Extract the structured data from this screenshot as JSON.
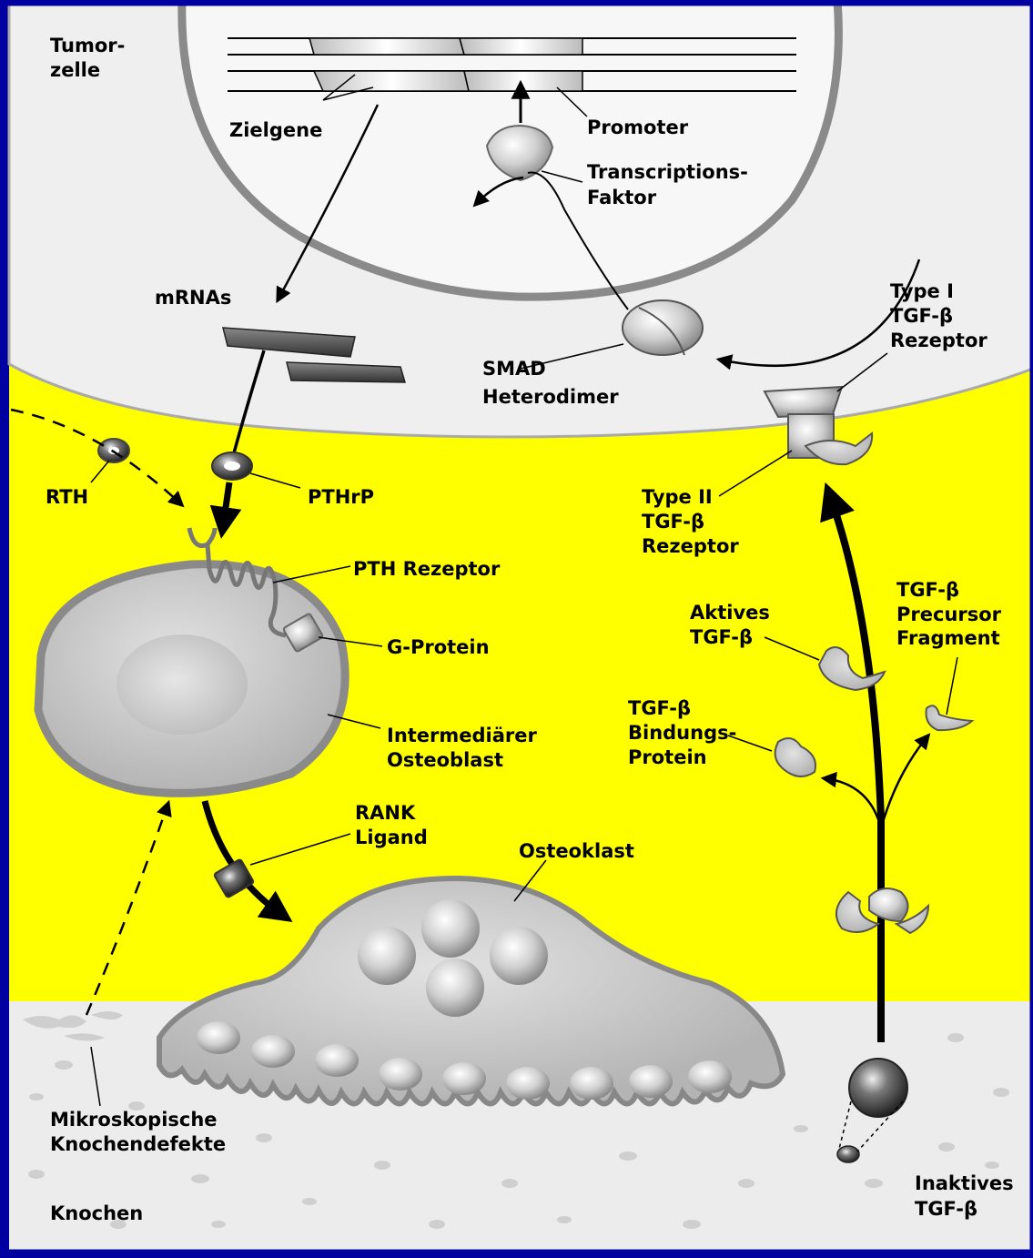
{
  "colors": {
    "frame": "#0000a0",
    "extracellular": "#ffff00",
    "cytoplasm": "#efefef",
    "nucleus": "#f4f4f4",
    "bone": "#ededed",
    "cell_gray": "#c9c9c9"
  },
  "labels": {
    "tumor_cell": [
      "Tumor-",
      "zelle"
    ],
    "target_genes": "Zielgene",
    "promoter": "Promoter",
    "transcription_factor": [
      "Transcriptions-",
      "Faktor"
    ],
    "mrnas": "mRNAs",
    "type1_receptor": [
      "Type I",
      "TGF-β",
      "Rezeptor"
    ],
    "smad": [
      "SMAD",
      "Heterodimer"
    ],
    "rth": "RTH",
    "pthrp": "PTHrP",
    "type2_receptor": [
      "Type II",
      "TGF-β",
      "Rezeptor"
    ],
    "pth_receptor": "PTH Rezeptor",
    "g_protein": "G-Protein",
    "active_tgfb": [
      "Aktives",
      "TGF-β"
    ],
    "precursor": [
      "TGF-β",
      "Precursor",
      "Fragment"
    ],
    "intermediate_osteoblast": [
      "Intermediärer",
      "Osteoblast"
    ],
    "binding_protein": [
      "TGF-β",
      "Bindungs-",
      "Protein"
    ],
    "rank_ligand": [
      "RANK",
      "Ligand"
    ],
    "osteoclast": "Osteoklast",
    "micro_defects": [
      "Mikroskopische",
      "Knochendefekte"
    ],
    "bone": "Knochen",
    "inactive_tgfb": [
      "Inaktives",
      "TGF-β"
    ]
  }
}
